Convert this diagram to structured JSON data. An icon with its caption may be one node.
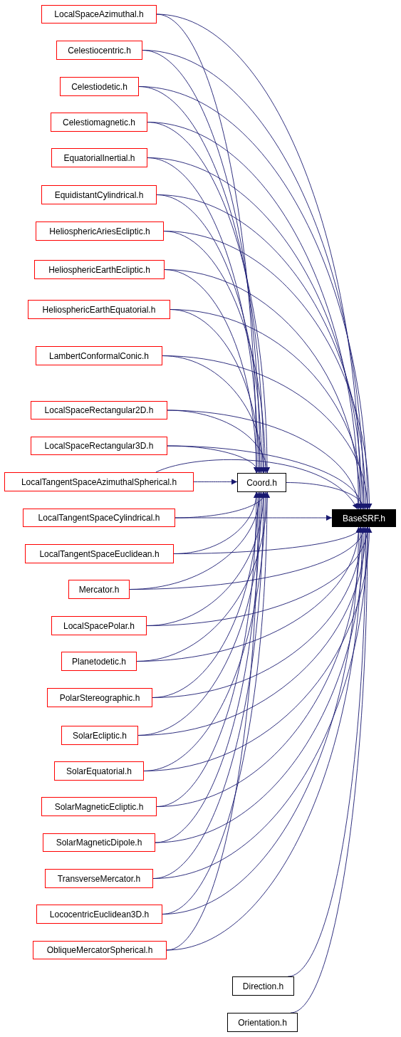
{
  "diagram": {
    "nodes": [
      {
        "text": [
          "LocalSpaceAzimuthal.h"
        ]
      },
      {
        "text": [
          "Celestiocentric.h"
        ]
      },
      {
        "text": [
          "Celestiodetic.h"
        ]
      },
      {
        "text": [
          "Celestiomagnetic.h"
        ]
      },
      {
        "text": [
          "EquatorialInertial.h"
        ]
      },
      {
        "text": [
          "EquidistantCylindrical.h"
        ]
      },
      {
        "text": [
          "HeliosphericAriesEcliptic.h"
        ]
      },
      {
        "text": [
          "HeliosphericEarthEcliptic.h"
        ]
      },
      {
        "text": [
          "HeliosphericEarthEquatorial.h"
        ]
      },
      {
        "text": [
          "LambertConformalConic.h"
        ]
      },
      {
        "text": [
          "LocalSpaceRectangular2D.h"
        ]
      },
      {
        "text": [
          "LocalSpaceRectangular3D.h"
        ]
      },
      {
        "text": [
          "LocalTangentSpaceAzimuthalSpherical.h"
        ]
      },
      {
        "text": [
          "LocalTangentSpaceCylindrical.h"
        ]
      },
      {
        "text": [
          "LocalTangentSpaceEuclidean.h"
        ]
      },
      {
        "text": [
          "Mercator.h"
        ]
      },
      {
        "text": [
          "LocalSpacePolar.h"
        ]
      },
      {
        "text": [
          "Planetodetic.h"
        ]
      },
      {
        "text": [
          "PolarStereographic.h"
        ]
      },
      {
        "text": [
          "SolarEcliptic.h"
        ]
      },
      {
        "text": [
          "SolarEquatorial.h"
        ]
      },
      {
        "text": [
          "SolarMagneticEcliptic.h"
        ]
      },
      {
        "text": [
          "SolarMagneticDipole.h"
        ]
      },
      {
        "text": [
          "TransverseMercator.h"
        ]
      },
      {
        "text": [
          "LococentricEuclidean3D.h"
        ]
      },
      {
        "text": [
          "ObliqueMercatorSpherical.h"
        ]
      },
      {
        "text": [
          "Coord.h"
        ]
      },
      {
        "text": [
          "BaseSRF.h"
        ]
      },
      {
        "text": [
          "Direction.h"
        ]
      },
      {
        "text": [
          "Orientation.h"
        ]
      }
    ],
    "edges": [
      {
        "from": 0,
        "to": 26,
        "arrow": "to"
      },
      {
        "from": 0,
        "to": 27,
        "arrow": "to"
      },
      {
        "from": 1,
        "to": 26,
        "arrow": "to"
      },
      {
        "from": 1,
        "to": 27,
        "arrow": "to"
      },
      {
        "from": 2,
        "to": 26,
        "arrow": "to"
      },
      {
        "from": 2,
        "to": 27,
        "arrow": "to"
      },
      {
        "from": 3,
        "to": 26,
        "arrow": "to"
      },
      {
        "from": 3,
        "to": 27,
        "arrow": "to"
      },
      {
        "from": 4,
        "to": 26,
        "arrow": "to"
      },
      {
        "from": 4,
        "to": 27,
        "arrow": "to"
      },
      {
        "from": 5,
        "to": 26,
        "arrow": "to"
      },
      {
        "from": 5,
        "to": 27,
        "arrow": "to"
      },
      {
        "from": 6,
        "to": 26,
        "arrow": "to"
      },
      {
        "from": 6,
        "to": 27,
        "arrow": "to"
      },
      {
        "from": 7,
        "to": 26,
        "arrow": "to"
      },
      {
        "from": 7,
        "to": 27,
        "arrow": "to"
      },
      {
        "from": 8,
        "to": 26,
        "arrow": "to"
      },
      {
        "from": 8,
        "to": 27,
        "arrow": "to"
      },
      {
        "from": 9,
        "to": 26,
        "arrow": "to"
      },
      {
        "from": 9,
        "to": 27,
        "arrow": "to"
      },
      {
        "from": 10,
        "to": 26,
        "arrow": "to"
      },
      {
        "from": 10,
        "to": 27,
        "arrow": "to"
      },
      {
        "from": 11,
        "to": 26,
        "arrow": "to"
      },
      {
        "from": 11,
        "to": 27,
        "arrow": "to"
      },
      {
        "from": 12,
        "to": 26,
        "arrow": "to"
      },
      {
        "from": 12,
        "to": 27,
        "arrow": "to"
      },
      {
        "from": 13,
        "to": 26,
        "arrow": "to"
      },
      {
        "from": 13,
        "to": 27,
        "arrow": "to"
      },
      {
        "from": 14,
        "to": 26,
        "arrow": "to"
      },
      {
        "from": 14,
        "to": 27,
        "arrow": "to"
      },
      {
        "from": 15,
        "to": 26,
        "arrow": "to"
      },
      {
        "from": 15,
        "to": 27,
        "arrow": "to"
      },
      {
        "from": 16,
        "to": 26,
        "arrow": "to"
      },
      {
        "from": 16,
        "to": 27,
        "arrow": "to"
      },
      {
        "from": 17,
        "to": 26,
        "arrow": "to"
      },
      {
        "from": 17,
        "to": 27,
        "arrow": "to"
      },
      {
        "from": 18,
        "to": 26,
        "arrow": "to"
      },
      {
        "from": 18,
        "to": 27,
        "arrow": "to"
      },
      {
        "from": 19,
        "to": 26,
        "arrow": "to"
      },
      {
        "from": 19,
        "to": 27,
        "arrow": "to"
      },
      {
        "from": 20,
        "to": 26,
        "arrow": "to"
      },
      {
        "from": 20,
        "to": 27,
        "arrow": "to"
      },
      {
        "from": 21,
        "to": 26,
        "arrow": "to"
      },
      {
        "from": 21,
        "to": 27,
        "arrow": "to"
      },
      {
        "from": 22,
        "to": 26,
        "arrow": "to"
      },
      {
        "from": 22,
        "to": 27,
        "arrow": "to"
      },
      {
        "from": 23,
        "to": 26,
        "arrow": "to"
      },
      {
        "from": 23,
        "to": 27,
        "arrow": "to"
      },
      {
        "from": 24,
        "to": 26,
        "arrow": "to"
      },
      {
        "from": 24,
        "to": 27,
        "arrow": "to"
      },
      {
        "from": 25,
        "to": 26,
        "arrow": "to"
      },
      {
        "from": 25,
        "to": 27,
        "arrow": "to"
      },
      {
        "from": 26,
        "to": 27,
        "arrow": "to"
      },
      {
        "from": 28,
        "to": 27,
        "arrow": "to"
      },
      {
        "from": 29,
        "to": 27,
        "arrow": "to"
      }
    ]
  }
}
